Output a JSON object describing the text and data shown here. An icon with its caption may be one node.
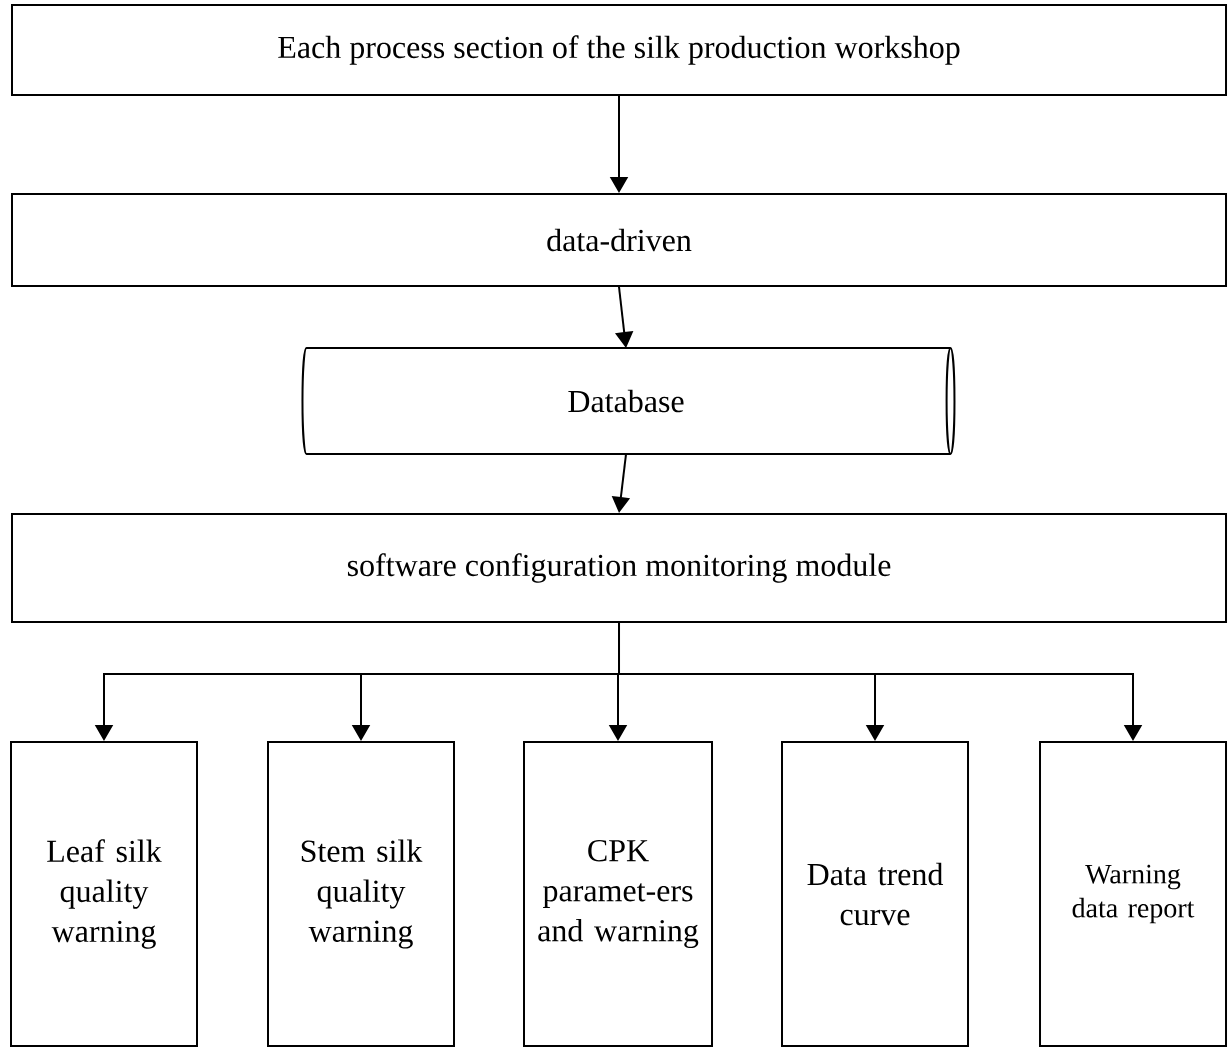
{
  "diagram": {
    "nodes": [
      {
        "text": [
          "Each process section of the silk production workshop"
        ]
      },
      {
        "text": [
          "data-driven"
        ]
      },
      {
        "text": [
          "Database"
        ]
      },
      {
        "text": [
          "software configuration monitoring module"
        ]
      },
      {
        "text": [
          "Leaf silk quality warning"
        ]
      },
      {
        "text": [
          "Stem silk quality warning"
        ]
      },
      {
        "text": [
          "CPK paramet-ers and warning"
        ]
      },
      {
        "text": [
          "Data trend curve"
        ]
      },
      {
        "text": [
          "Warning data report"
        ]
      }
    ],
    "edges": [
      {
        "from": 0,
        "to": 1,
        "arrow": "to"
      },
      {
        "from": 1,
        "to": 2,
        "arrow": "to"
      },
      {
        "from": 2,
        "to": 3,
        "arrow": "to"
      },
      {
        "from": 3,
        "to": 4,
        "arrow": "to"
      },
      {
        "from": 3,
        "to": 5,
        "arrow": "to"
      },
      {
        "from": 3,
        "to": 6,
        "arrow": "to"
      },
      {
        "from": 3,
        "to": 7,
        "arrow": "to"
      },
      {
        "from": 3,
        "to": 8,
        "arrow": "to"
      }
    ]
  }
}
